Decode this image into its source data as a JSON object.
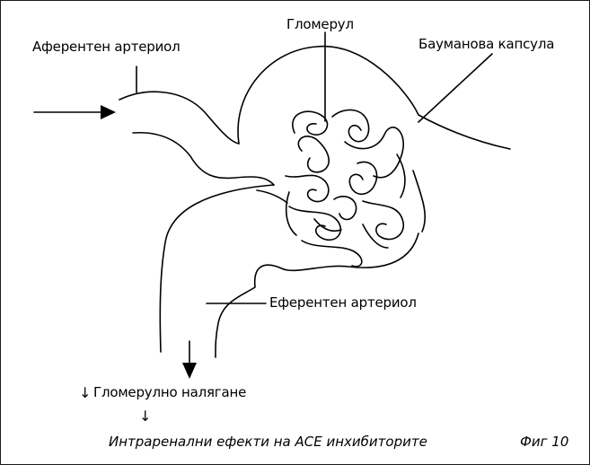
{
  "labels": {
    "afferent": "Аферентен артериол",
    "glomerulus": "Гломерул",
    "bowman": "Баумановa капсула",
    "efferent": "Еферентен артериол",
    "pressure": "Гломерулно налягане"
  },
  "caption": {
    "text": "Интраренални ефекти на ACE инхибиторите",
    "fig": "Фиг 10"
  },
  "symbols": {
    "down_arrow": "↓"
  },
  "colors": {
    "line": "#000000",
    "frame": "#1a1a1a",
    "background": "#ffffff"
  }
}
